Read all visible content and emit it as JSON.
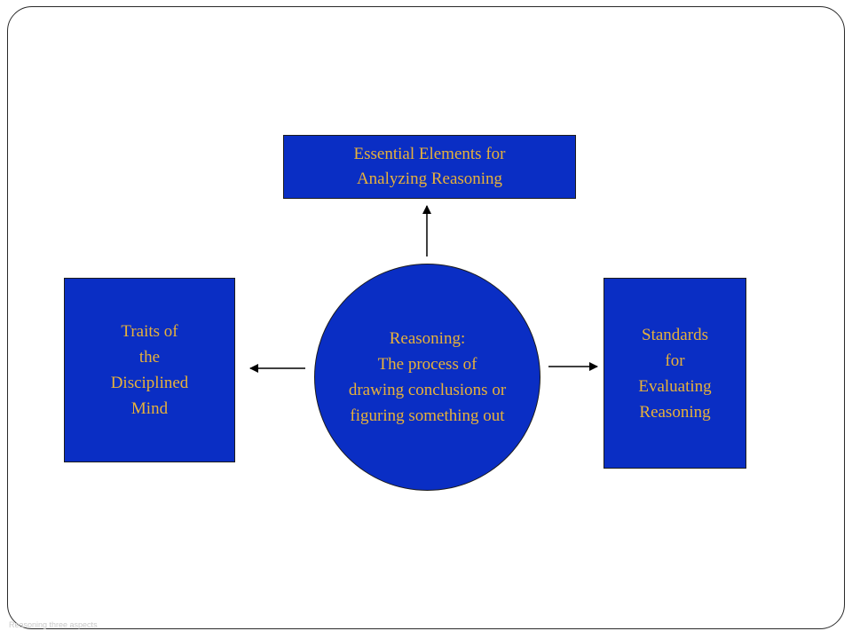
{
  "colors": {
    "box_fill": "#0a2ec4",
    "text": "#e7b13a",
    "arrow": "#000000"
  },
  "nodes": {
    "top": {
      "lines": [
        "Essential Elements for",
        "Analyzing Reasoning"
      ]
    },
    "left": {
      "lines": [
        "Traits of",
        "the",
        "Disciplined",
        "Mind"
      ]
    },
    "right": {
      "lines": [
        "Standards",
        "for",
        "Evaluating",
        "Reasoning"
      ]
    },
    "center": {
      "lines": [
        "Reasoning:",
        "The process of",
        "drawing conclusions or",
        "figuring something out"
      ]
    }
  },
  "edges": [
    {
      "from": "center",
      "to": "top"
    },
    {
      "from": "center",
      "to": "left"
    },
    {
      "from": "center",
      "to": "right"
    }
  ],
  "footer": "Reasoning three aspects"
}
